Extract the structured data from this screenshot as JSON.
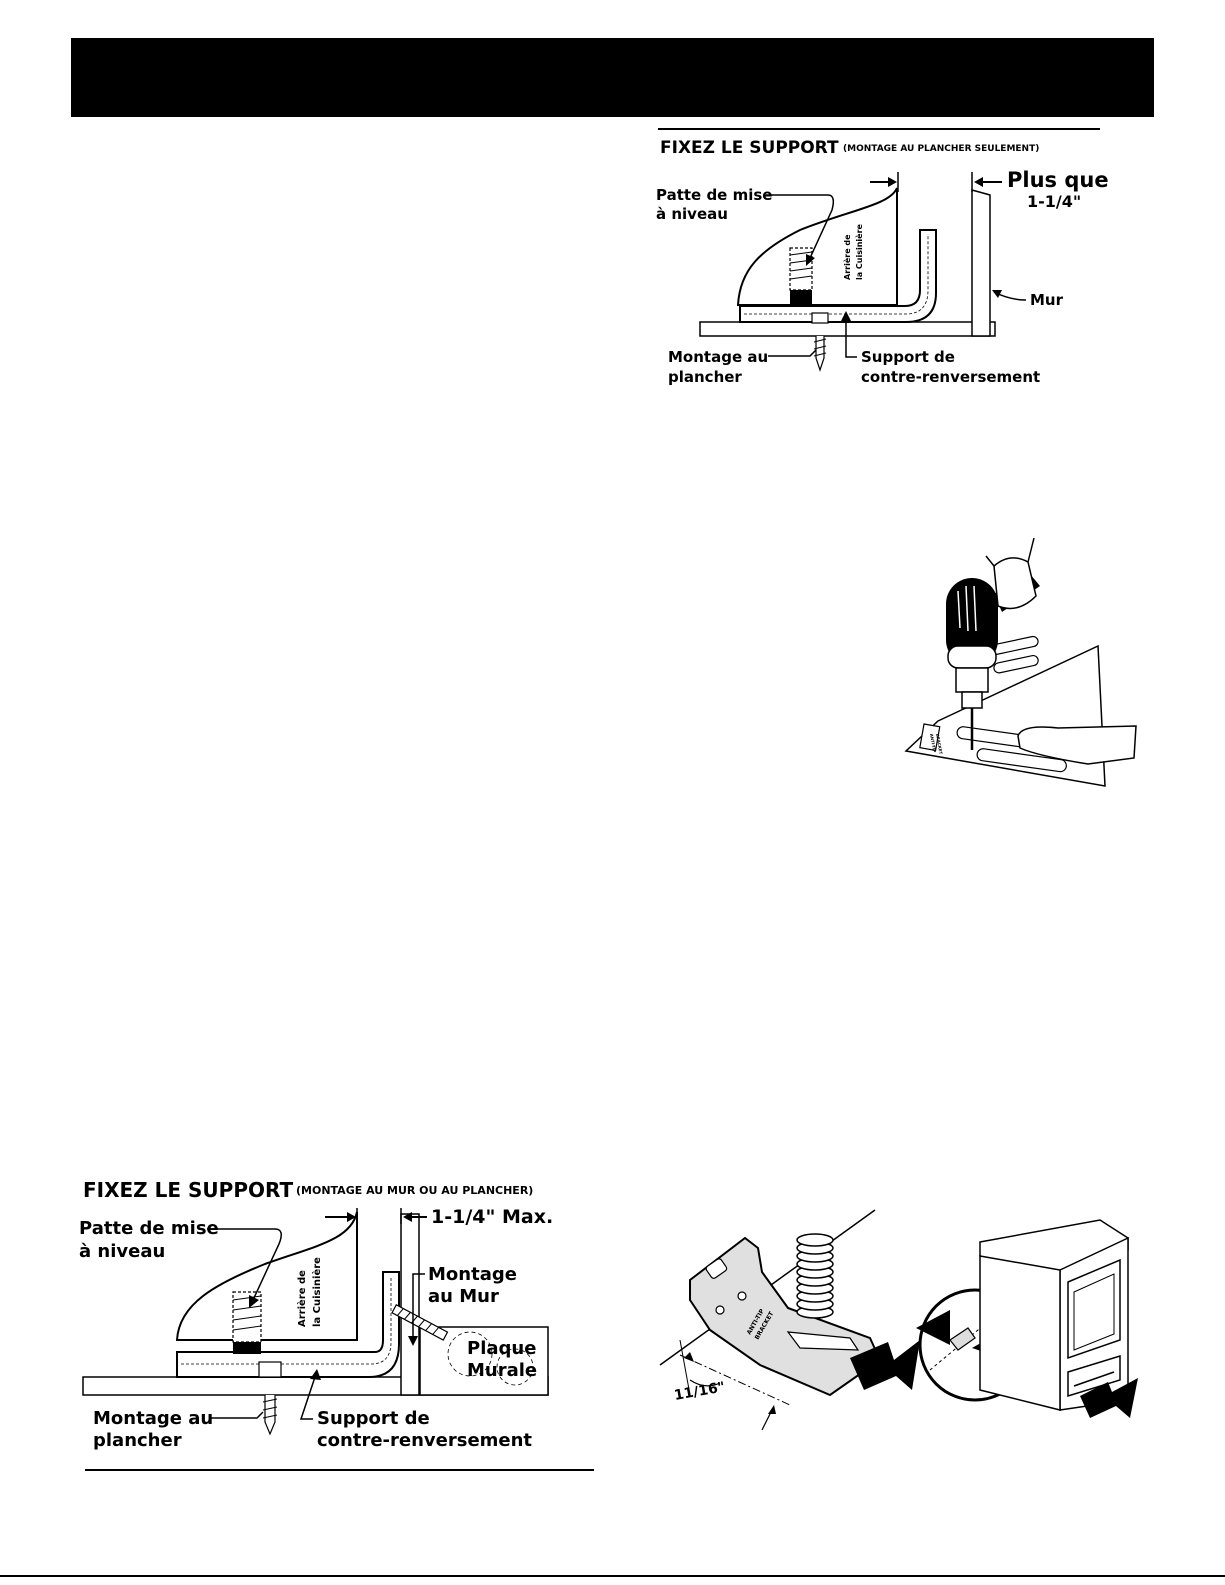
{
  "fig_floor": {
    "title": "FIXEZ LE SUPPORT",
    "title_note": "(MONTAGE AU PLANCHER SEULEMENT)",
    "leveling_leg_1": "Patte de mise",
    "leveling_leg_2": "à niveau",
    "range_back_1": "Arrière de",
    "range_back_2": "la Cuisinière",
    "more_than_1": "Plus que",
    "more_than_2": "1-1/4\"",
    "wall": "Mur",
    "floor_mount_1": "Montage au",
    "floor_mount_2": "plancher",
    "bracket_1": "Support de",
    "bracket_2": "contre-renversement"
  },
  "fig_wall": {
    "title": "FIXEZ LE SUPPORT",
    "title_note": "(MONTAGE AU MUR OU AU PLANCHER)",
    "leveling_leg_1": "Patte de mise",
    "leveling_leg_2": "à niveau",
    "range_back_1": "Arrière de",
    "range_back_2": "la Cuisinière",
    "max_gap": "1-1/4\" Max.",
    "wall_mount_1": "Montage",
    "wall_mount_2": "au Mur",
    "plate_1": "Plaque",
    "plate_2": "Murale",
    "floor_mount_1": "Montage au",
    "floor_mount_2": "plancher",
    "bracket_1": "Support de",
    "bracket_2": "contre-renversement"
  },
  "fig_drill": {
    "bracket_text_1": "ANTI-TIP",
    "bracket_text_2": "BRACKET"
  },
  "fig_slide": {
    "bracket_text_1": "ANTI-TIP",
    "bracket_text_2": "BRACKET",
    "distance": "11/16\""
  }
}
